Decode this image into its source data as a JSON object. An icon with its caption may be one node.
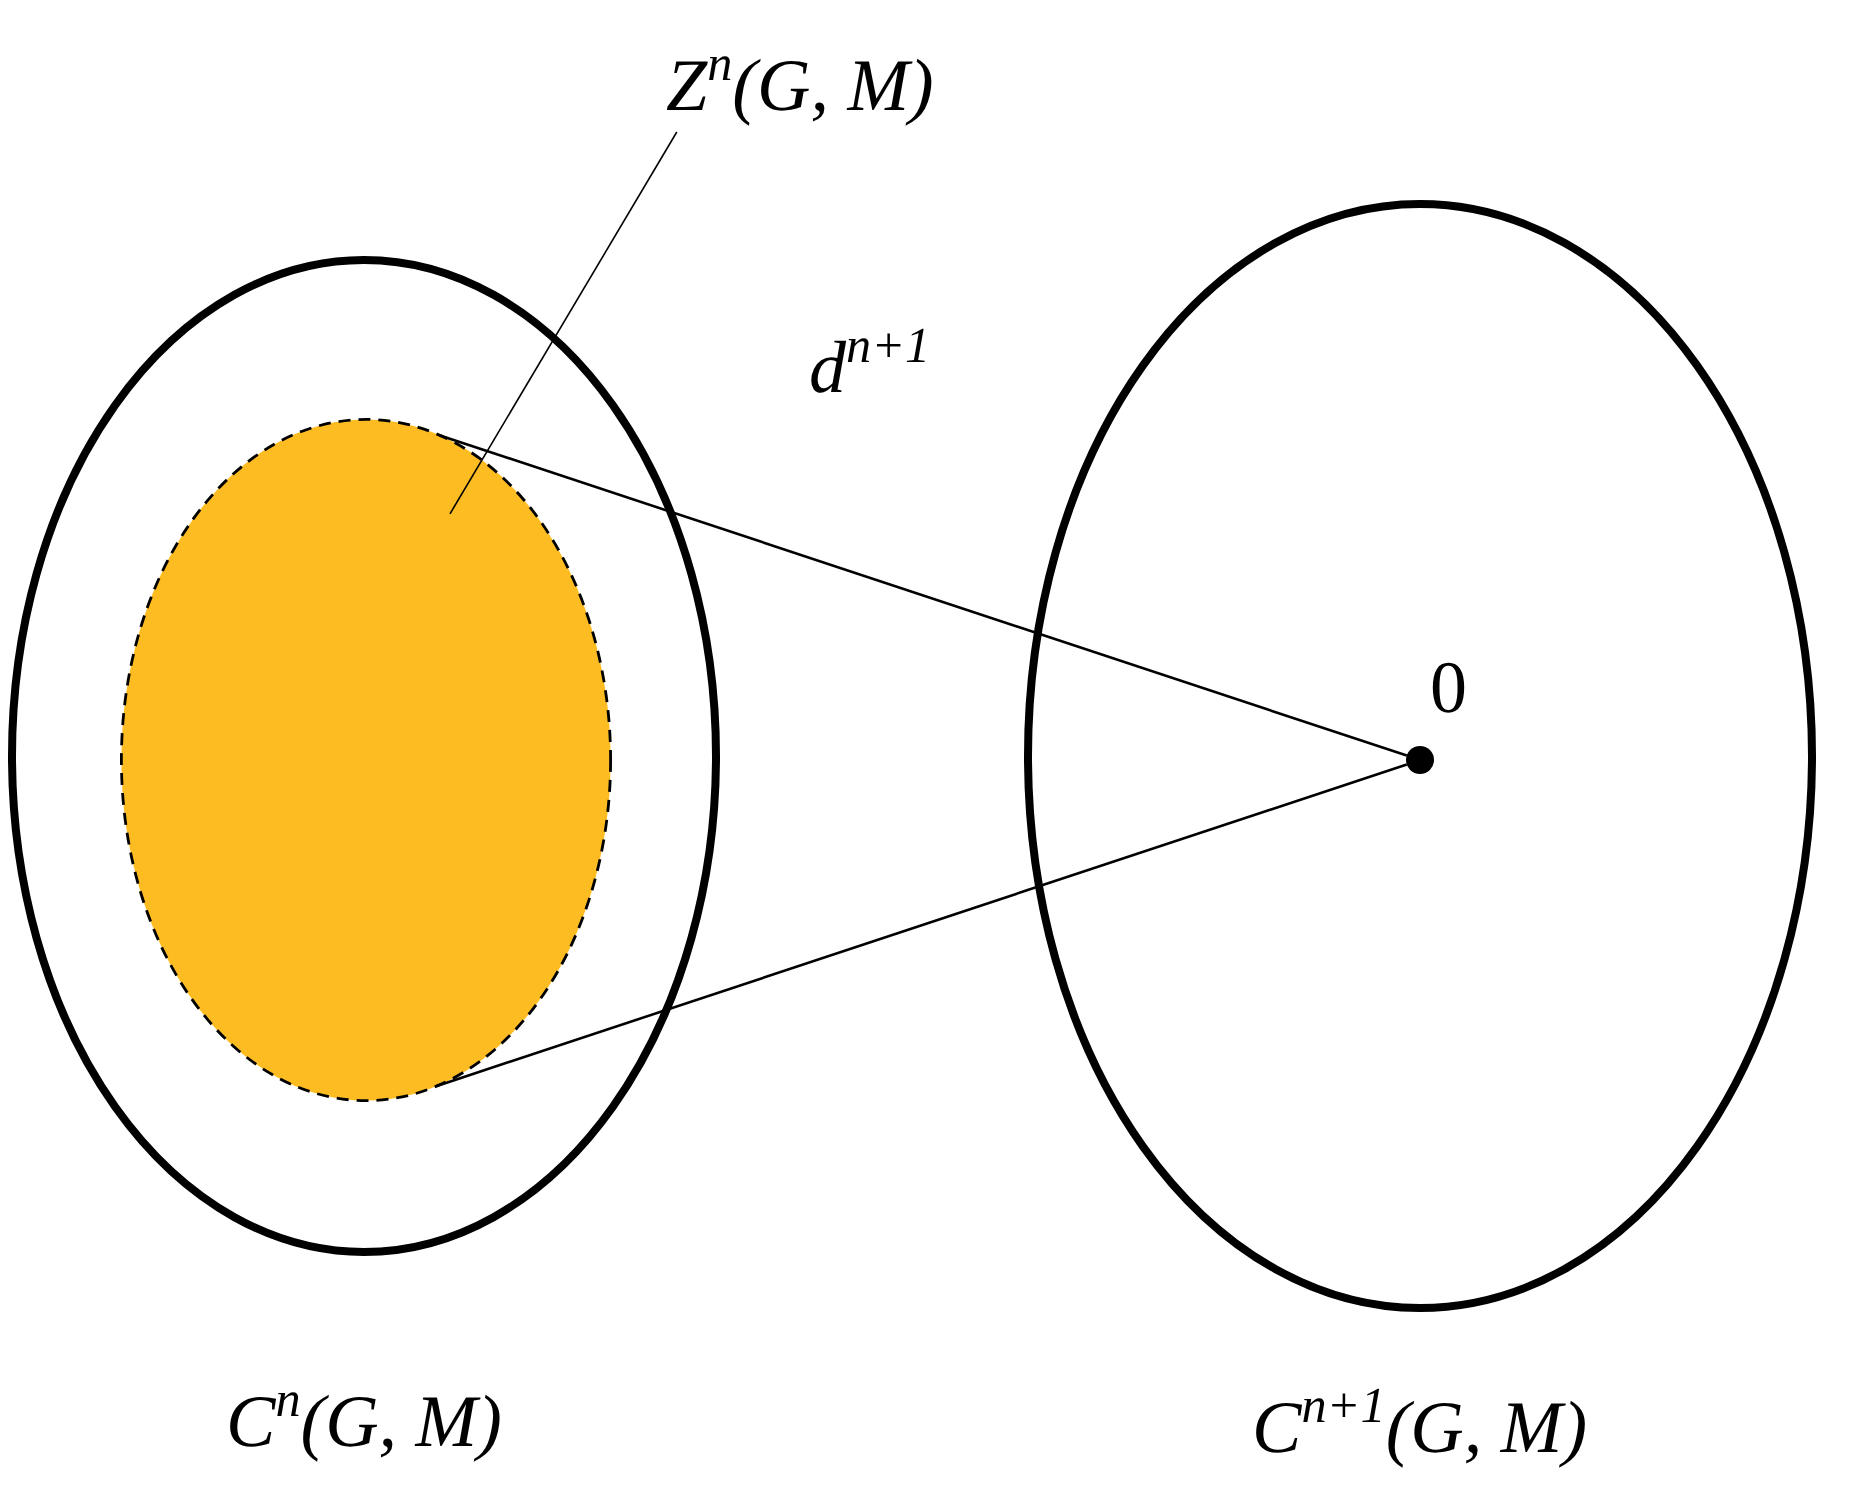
{
  "diagram": {
    "nodes": [
      {
        "text": [
          "C$^{n}$(G, M)"
        ]
      },
      {
        "text": [],
        "shape": "ellipse",
        "in": 0
      },
      {
        "text": [
          "Z$^{n}$(G, M)"
        ]
      },
      {
        "text": [
          "C$^{n+1}$(G, M)"
        ]
      },
      {
        "text": [],
        "shape": "circle",
        "in": 3,
        "beside": [
          "0"
        ]
      }
    ],
    "edges": [
      {
        "from": 1,
        "to": 4,
        "arrow": "none"
      },
      {
        "from": 1,
        "to": 4,
        "arrow": "none"
      },
      {
        "from": 2,
        "to": 1,
        "arrow": "none"
      }
    ],
    "labels": [
      "d$^{n+1}$"
    ]
  }
}
